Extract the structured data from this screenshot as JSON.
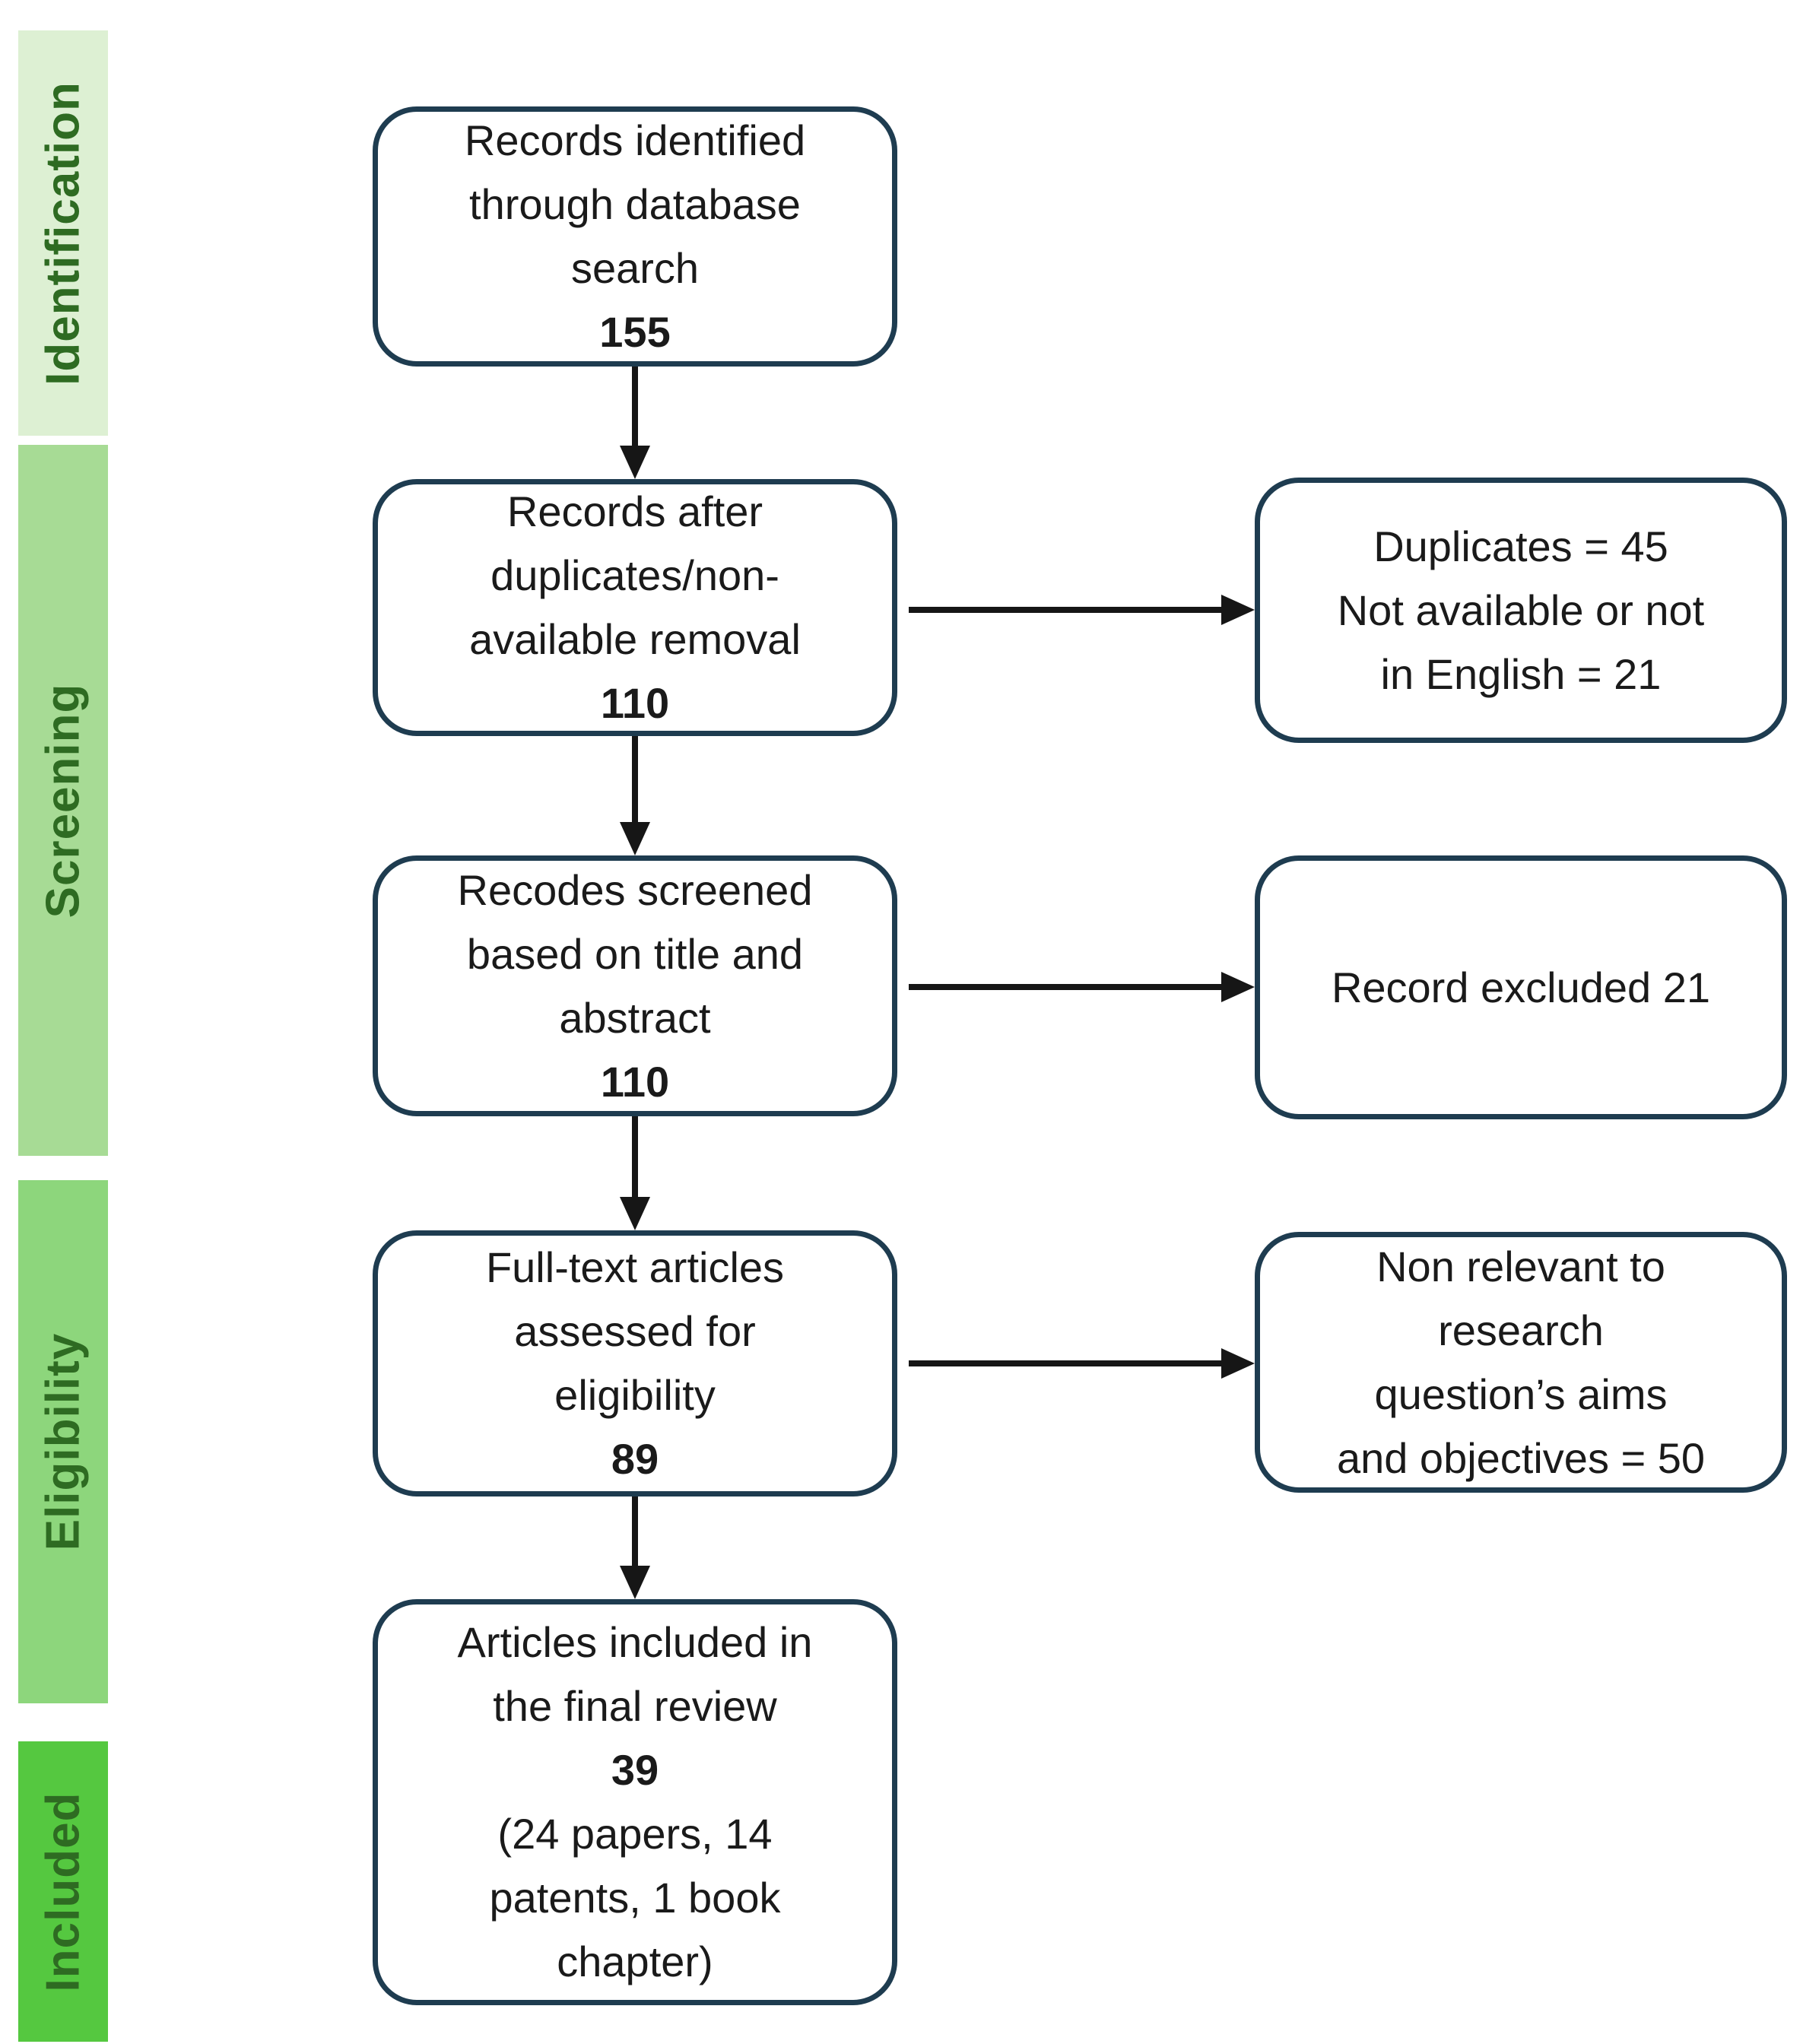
{
  "diagram": {
    "type": "prisma-flow",
    "background": "#ffffff",
    "border_color": "#1e3c50",
    "arrow_color": "#161616",
    "text_color": "#1a1a1a"
  },
  "sidebar": {
    "text_color": "#2e6b22",
    "stages": [
      {
        "label": "Identification",
        "bg": "#ddf0d3"
      },
      {
        "label": "Screening",
        "bg": "#a7db95"
      },
      {
        "label": "Eligibility",
        "bg": "#8dd67c"
      },
      {
        "label": "Included",
        "bg": "#55c840"
      }
    ]
  },
  "flow": {
    "boxes": [
      {
        "text": "Records identified\nthrough database\nsearch",
        "value": "155"
      },
      {
        "text": "Records after\nduplicates/non-\navailable removal",
        "value": "110"
      },
      {
        "text": "Recodes screened\nbased on title and\nabstract",
        "value": "110"
      },
      {
        "text": "Full-text articles\nassessed for\neligibility",
        "value": "89"
      },
      {
        "text": "Articles included in\nthe final review",
        "value": "39",
        "subtext": "(24 papers, 14\npatents, 1 book\nchapter)"
      }
    ],
    "exclusion_boxes": [
      {
        "text": "Duplicates = 45\nNot available or not\nin English = 21"
      },
      {
        "text": "Record excluded 21"
      },
      {
        "text": "Non relevant to\nresearch\nquestion’s aims\nand objectives = 50"
      }
    ]
  }
}
